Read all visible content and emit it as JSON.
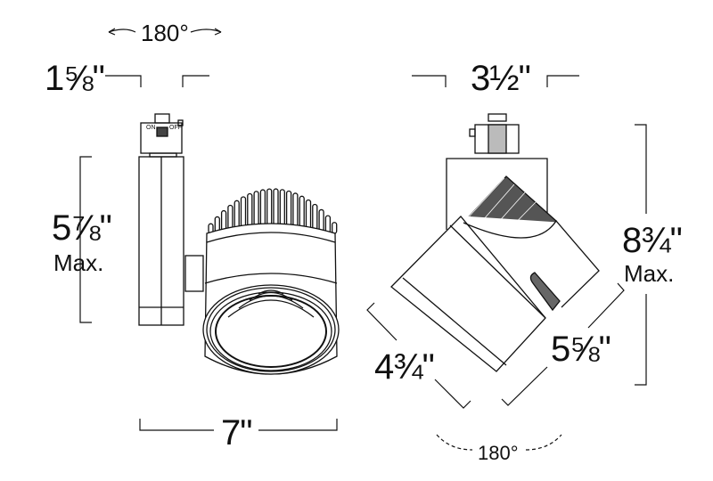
{
  "side_view": {
    "rotation_label": "180°",
    "adapter_width": "1⅝\"",
    "height": "5⅞\"",
    "height_note": "Max.",
    "length": "7\"",
    "switch_on": "ON",
    "switch_off": "OFF"
  },
  "front_view": {
    "width": "3½\"",
    "height": "8¾\"",
    "height_note": "Max.",
    "head_diameter": "4¾\"",
    "head_length": "5⅝\"",
    "tilt_label": "180°"
  },
  "colors": {
    "line": "#111111",
    "background": "#ffffff"
  }
}
